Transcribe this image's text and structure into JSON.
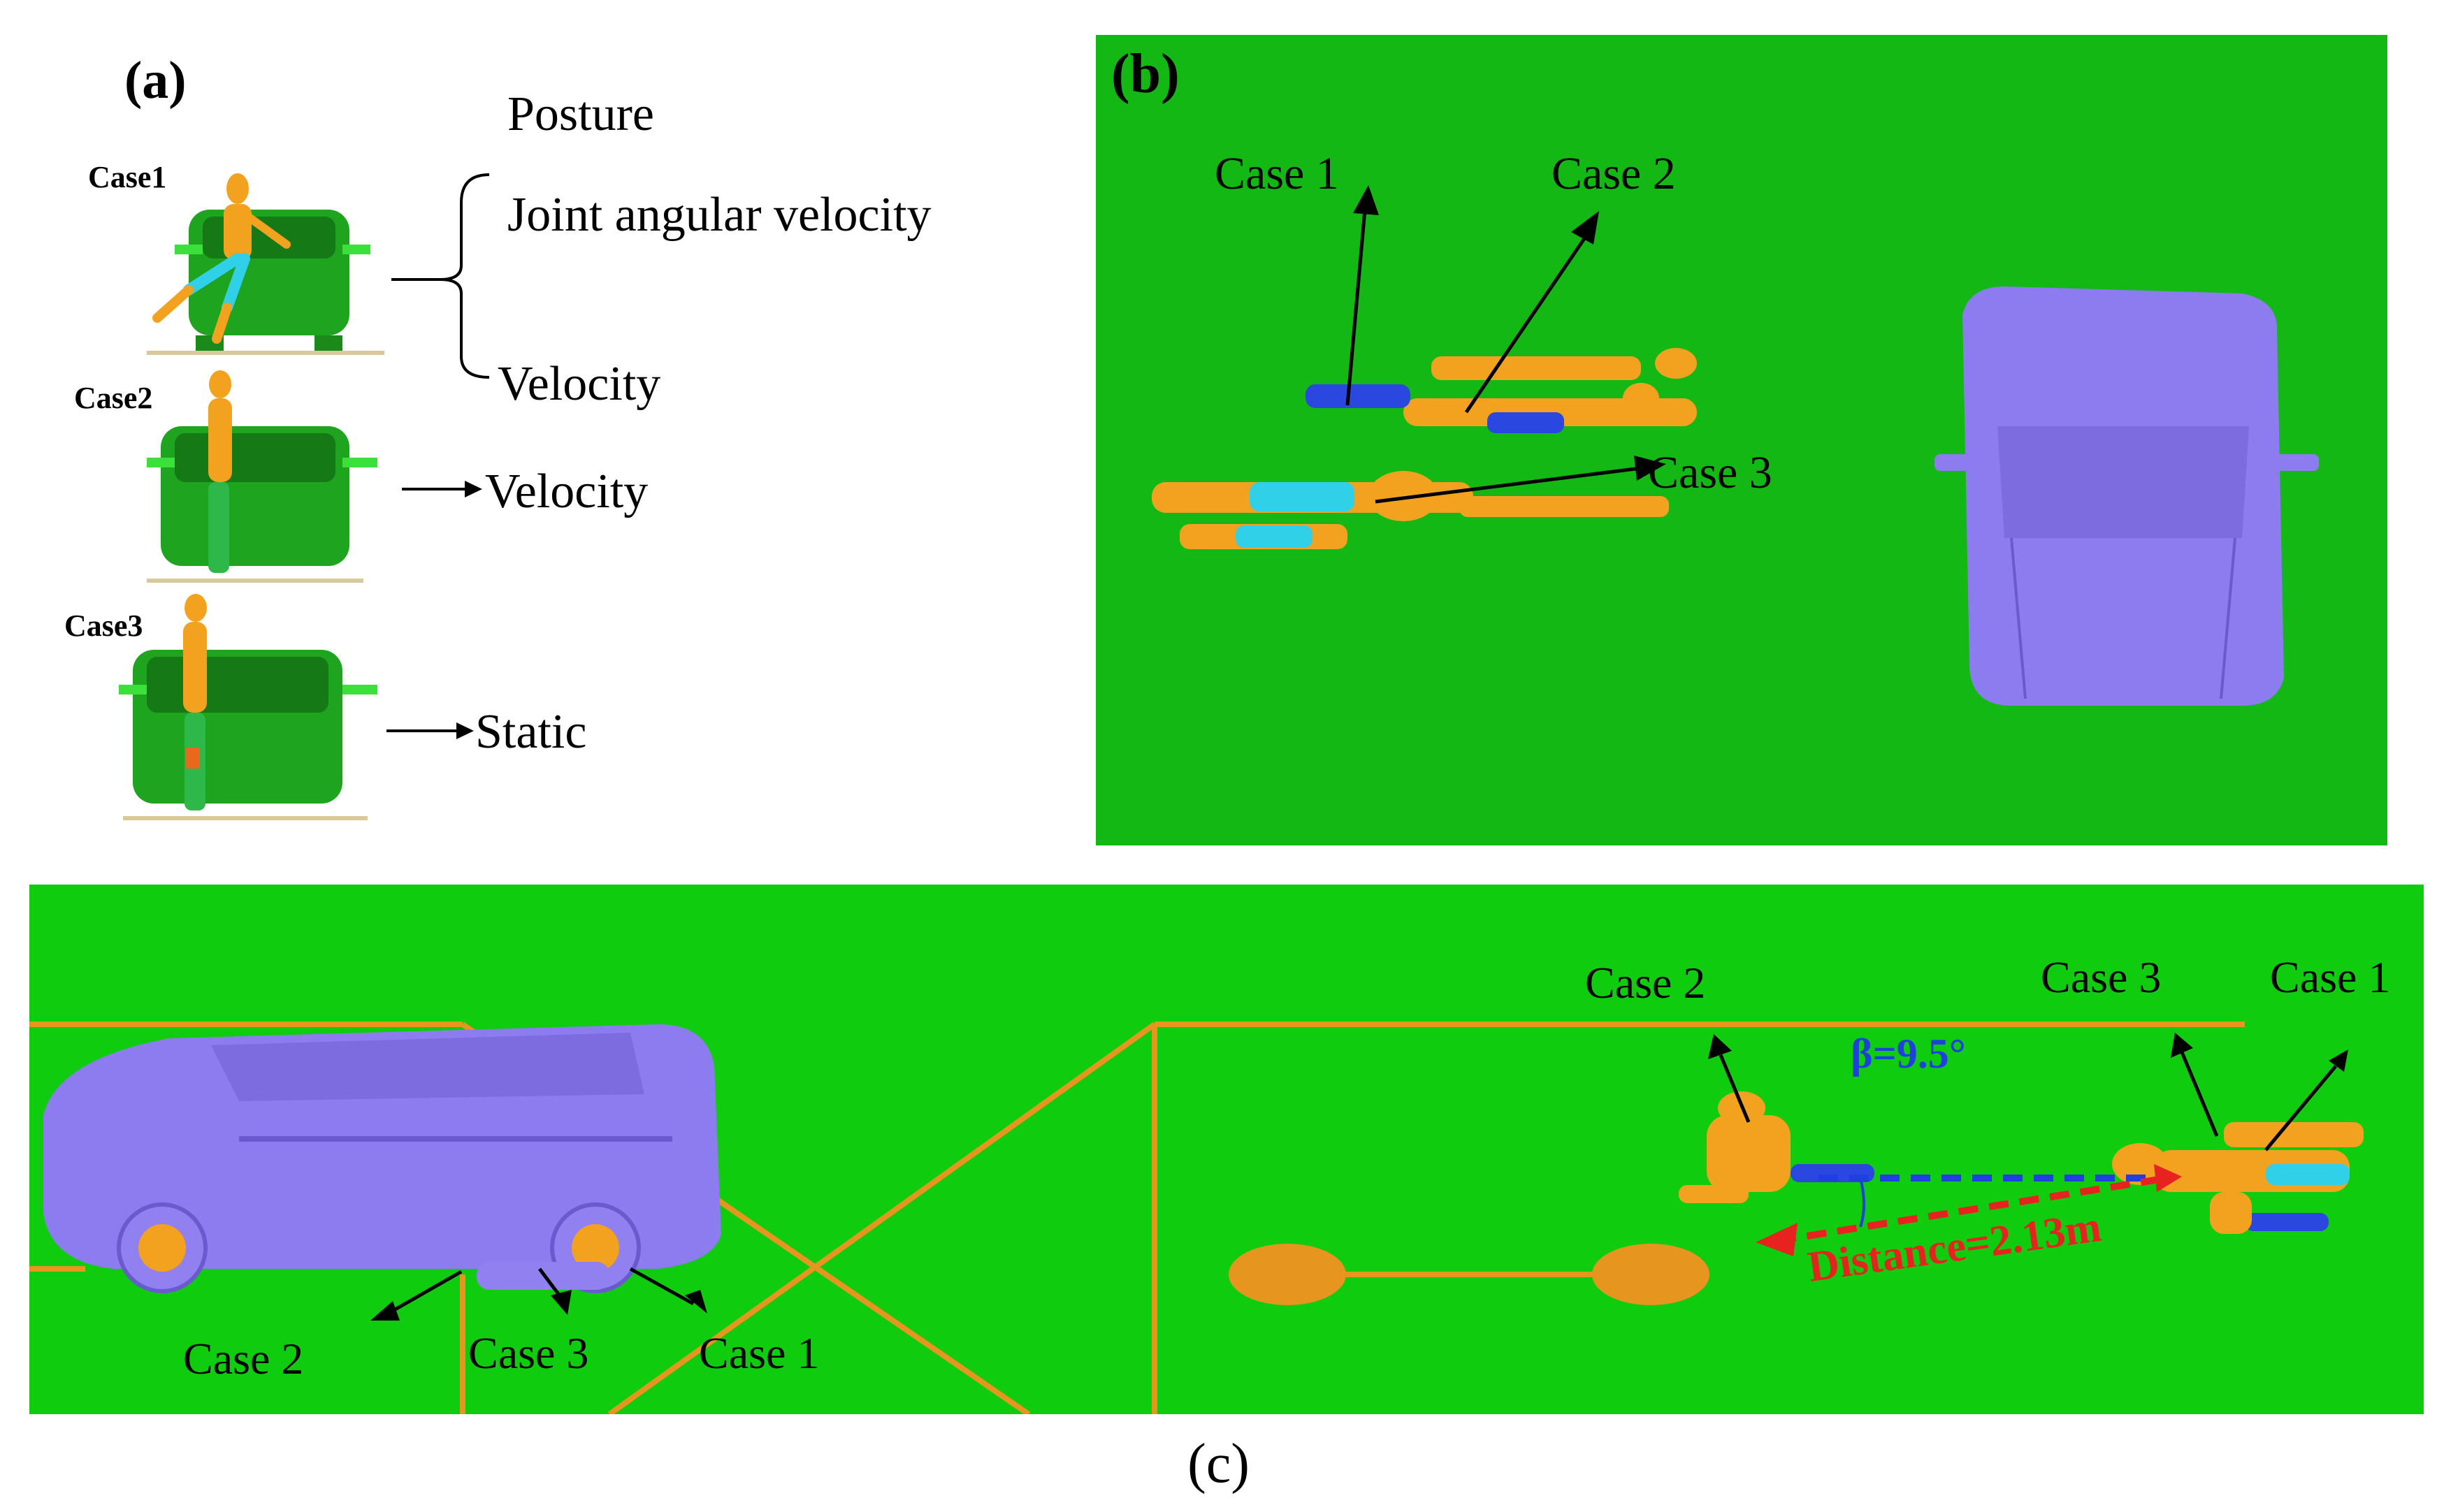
{
  "panel_a": {
    "label": "(a)",
    "cases": [
      {
        "name": "Case1",
        "params": [
          "Posture",
          "Joint angular velocity",
          "Velocity"
        ]
      },
      {
        "name": "Case2",
        "params": [
          "Velocity"
        ]
      },
      {
        "name": "Case3",
        "params": [
          "Static"
        ]
      }
    ]
  },
  "panel_b": {
    "label": "(b)",
    "annotations": [
      "Case 1",
      "Case 2",
      "Case 3"
    ]
  },
  "panel_c": {
    "caption": "(c)",
    "vehicle_annotations": [
      "Case 2",
      "Case 3",
      "Case 1"
    ],
    "pedestrian_annotations": [
      "Case 2",
      "Case 3",
      "Case 1"
    ],
    "angle_label": "β=9.5°",
    "distance_label": "Distance=2.13m"
  },
  "colors": {
    "ground": "#14b814",
    "vehicle": "#8c7cf0",
    "dummy": "#f2a21e",
    "limb": "#2fd0e8",
    "road_line": "#e6961e",
    "car_green": "#1fbf1f",
    "angle_blue": "#1f3fe0",
    "distance_red": "#e8221e"
  }
}
